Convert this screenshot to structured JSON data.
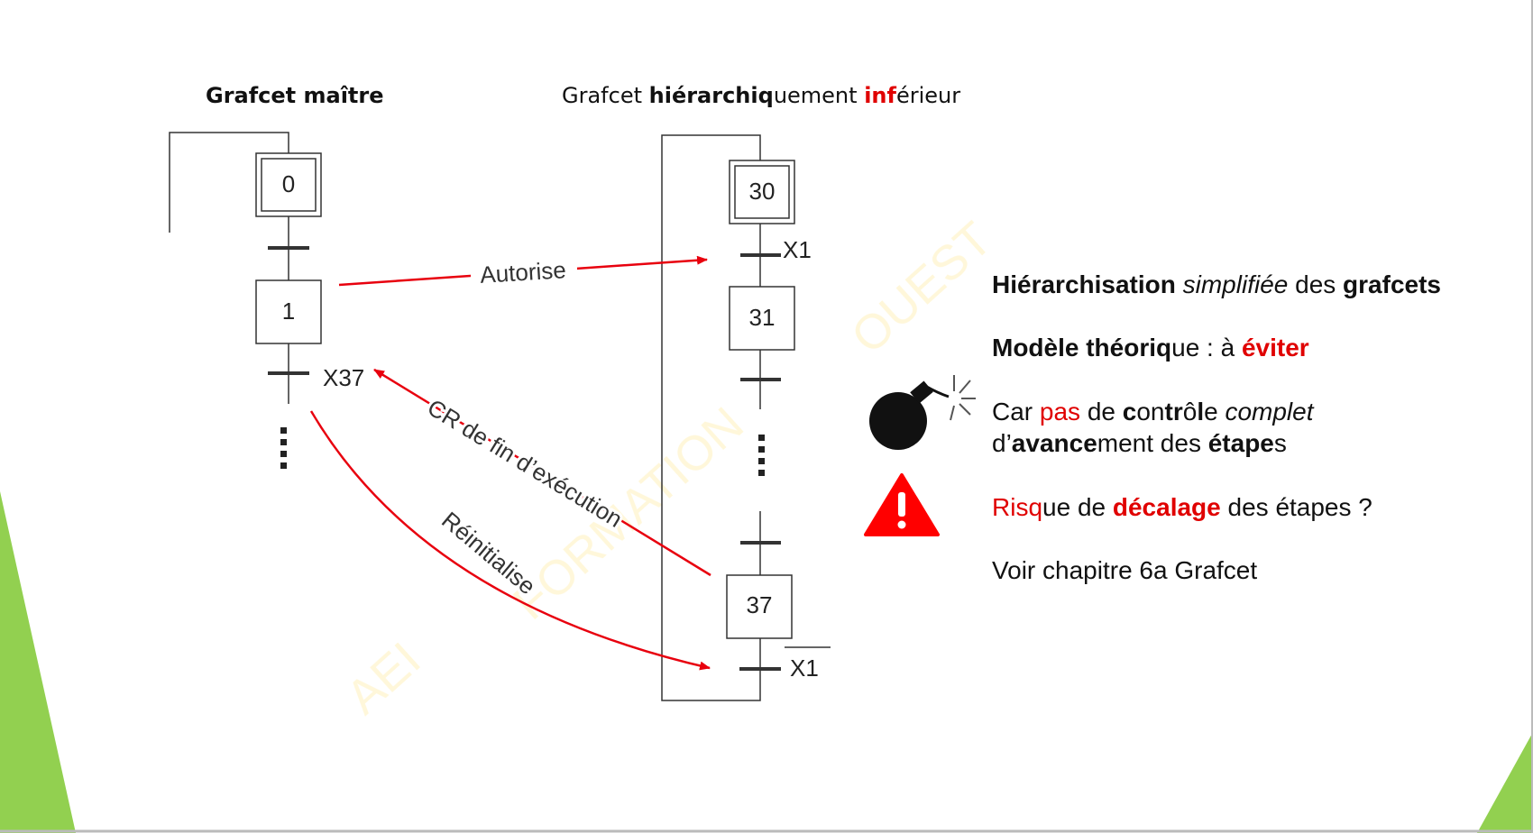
{
  "headings": {
    "master": "Grafcet maître",
    "sub": [
      "Grafcet ",
      "hiérarchiq",
      "uement ",
      "inf",
      "érieur"
    ]
  },
  "master_steps": [
    "0",
    "1"
  ],
  "master_receptivity": "X37",
  "sub_steps": [
    "30",
    "31",
    "37"
  ],
  "sub_receptivity_top": "X1",
  "sub_receptivity_bottom": "X1",
  "arrows": {
    "authorize": "Autorise",
    "end_report": "CR de fin d’exécution",
    "reinit": "Réinitialise"
  },
  "watermark": [
    "AEI",
    "FORMATION",
    "OUEST"
  ],
  "panel": {
    "line1": [
      "Hiérarchisation",
      " simplifiée",
      " des ",
      "grafcets"
    ],
    "line2": [
      "Modèle théoriq",
      "ue : à ",
      "éviter"
    ],
    "line3a": [
      "Car ",
      "pas",
      " de ",
      "c",
      "on",
      "tr",
      "ô",
      "l",
      "e ",
      "complet"
    ],
    "line3b": [
      "d’",
      "avance",
      "ment des ",
      "étape",
      "s"
    ],
    "line4": [
      "Risq",
      "ue de ",
      "décalage",
      " des étapes ?"
    ],
    "line5": "Voir chapitre 6a Grafcet"
  },
  "icons": [
    "bomb-icon",
    "warning-icon"
  ],
  "colors": {
    "arrow": "#e8000e",
    "accent_green": "#92d050",
    "watermark": "#fff2c4",
    "warning": "#ff0000"
  }
}
